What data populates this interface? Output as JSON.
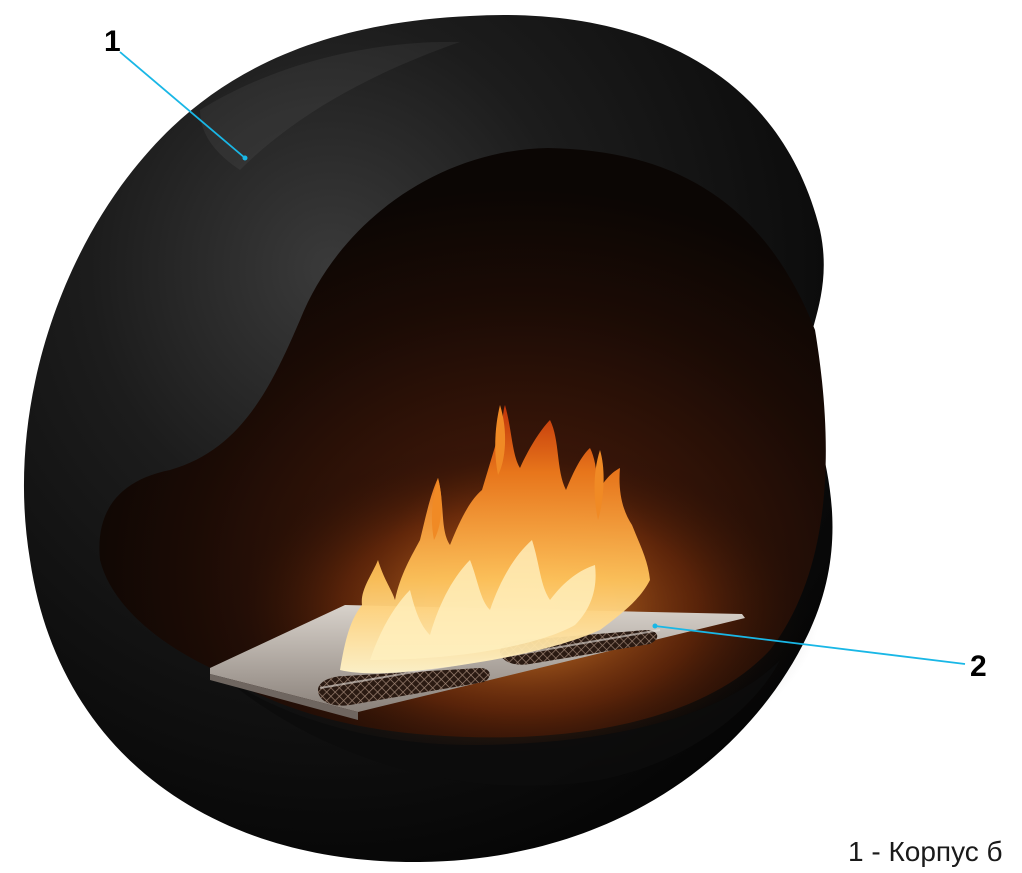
{
  "callouts": [
    {
      "number": "1"
    },
    {
      "number": "2"
    }
  ],
  "legend": {
    "line_1": "1 - Корпус б"
  },
  "colors": {
    "leader_line": "#19b7e6",
    "shell": "#111111",
    "interior": "#1a0d06",
    "flame_core": "#ffd27a",
    "flame_edge": "#e3520f",
    "burner_steel": "#b8b1aa"
  },
  "icons": {
    "shell": "spherical-fireplace-shell",
    "flame": "fire-icon",
    "burner": "burner-tray"
  }
}
